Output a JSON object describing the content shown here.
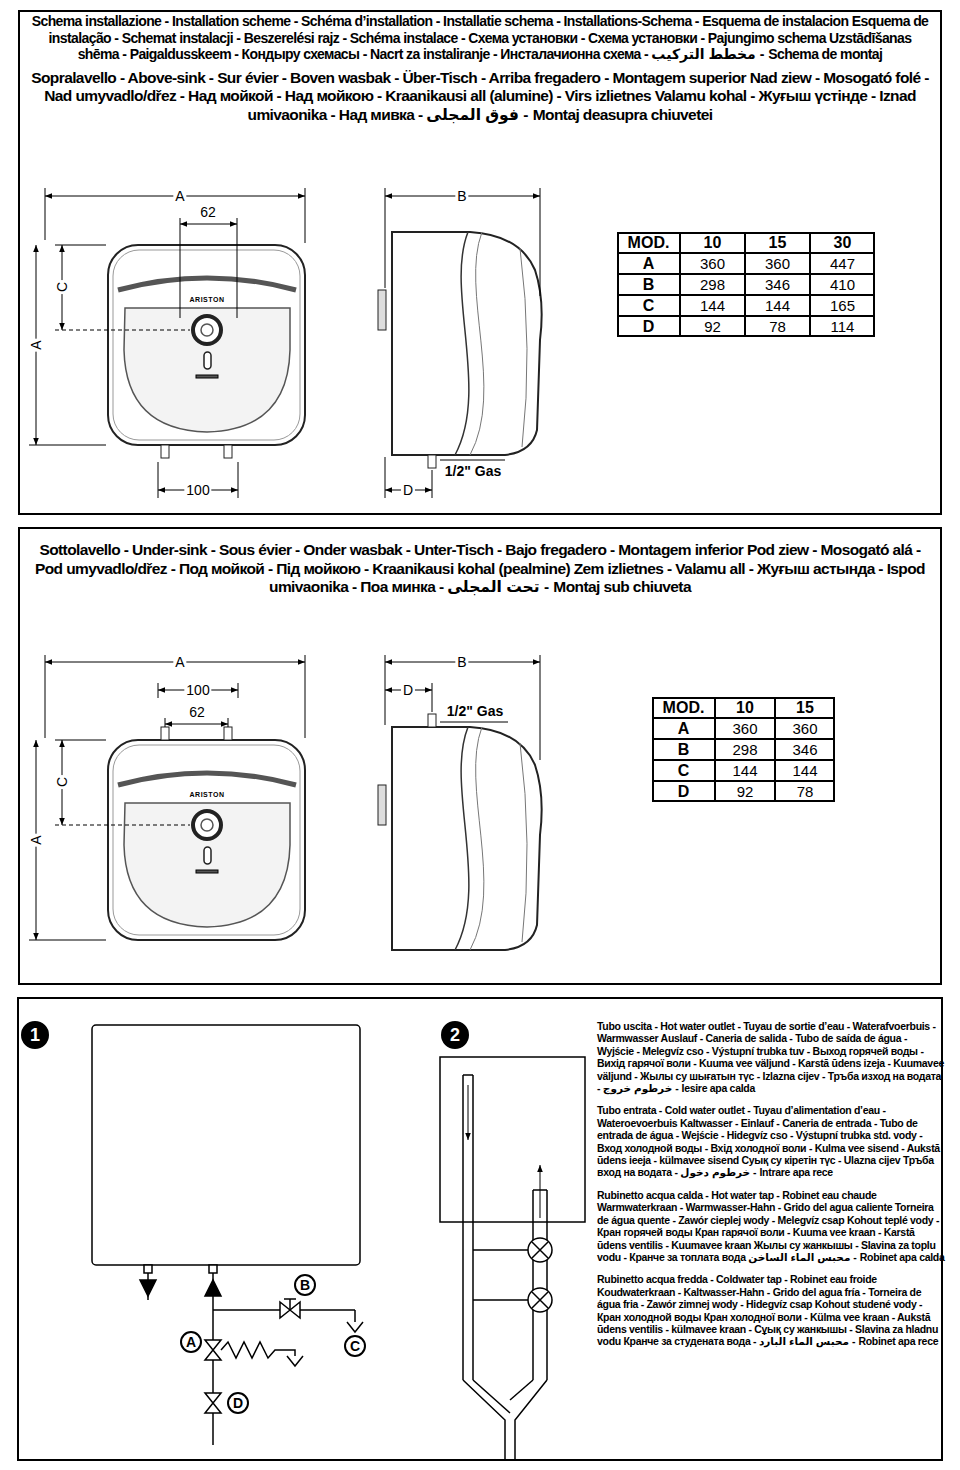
{
  "diagram": {
    "title": "Schema installazione - Installation scheme - Schéma d’installation - Installatie schema - Installations-Schema - Esquema de instalacion Esquema de instalação - Schemat instalacji - Beszerelési rajz - Schéma instalace - Схема установки - Схема установки - Pajungimo schema Uzstādīšanas shēma - Paigaldusskeem - Кондыру схемасы - Nacrt za instaliranje - Инсталачионна схема - مخطط التركيب - Schema de montaj",
    "nodes": [
      {
        "text": [
          "Sopralavello - Above-sink - Sur évier - Boven wasbak - Über-Tisch - Arriba fregadero - Montagem superior Nad ziew - Mosogató folé - Nad umyvadlo/dřez - Над мойкой - Над мойкою - Kraanikausi all (alumine) - Virs izlietnes Valamu kohal - Жуғыш үстінде - Iznad umivaonika - Над мивка - فوق المجلى - Montaj deasupra chiuvetei"
        ]
      },
      {
        "text": [
          "Sottolavello - Under-sink - Sous évier - Onder wasbak - Unter-Tisch - Bajo fregadero - Montagem inferior Pod ziew - Mosogató alá - Pod umyvadlo/dřez - Под мойкой - Під мойкою - Kraanikausi kohal (pealmine) Zem izlietnes - Valamu all - Жуғыш астында - Ispod umivaonika - Поа минка - تحت المجلى - Montaj sub chiuveta"
        ]
      },
      {
        "text": [
          "1"
        ]
      },
      {
        "text": [
          "B"
        ]
      },
      {
        "text": [
          "A"
        ]
      },
      {
        "text": [
          "C"
        ]
      },
      {
        "text": [
          "D"
        ]
      },
      {
        "text": [
          "2"
        ]
      }
    ],
    "labels": [
      "A",
      "62",
      "C",
      "A",
      "B",
      "100",
      "D",
      "1/2\" Gas",
      "ARISTON",
      "MOD.",
      "10",
      "15",
      "30",
      "A",
      "360",
      "360",
      "447",
      "B",
      "298",
      "346",
      "410",
      "C",
      "144",
      "144",
      "165",
      "D",
      "92",
      "78",
      "114",
      "A",
      "100",
      "62",
      "C",
      "A",
      "B",
      "D",
      "1/2\" Gas",
      "ARISTON",
      "MOD.",
      "10",
      "15",
      "A",
      "360",
      "360",
      "B",
      "298",
      "346",
      "C",
      "144",
      "144",
      "D",
      "92",
      "78",
      "Tubo uscita - Hot water outlet - Tuyau de sortie d’eau - Waterafvoerbuis - Warmwasser Auslauf - Caneria de salida - Tubo de saída de água - Wyjście - Melegvíz cso - Výstupní trubka tuv - Выход горячей воды - Вихід гарячої воли - Kuuma vee väljund - Karstā ūdens izeja - Kuumavee väljund - Жылы су шығатын түс - Izlazna cijev - Тръба изход на водата - خرطوم خروج - Iesire apa calda",
      "Tubo entrata - Cold water outlet - Tuyau d’alimentation d’eau - Wateroevoerbuis Kaltwasser - Einlauf - Caneria de entrada - Tubo de entrada de água - Wejście - Hidegvíz cso - Výstupní trubka std. vody - Вход холодной воды - Вхід холодної воли - Kulma vee sisend - Aukstā ūdens ieeja - külmavee sisend Суық су кіретін түс - Ulazna cijev Тръба вход на водата - خرطوم دخول - Intrare apa rece",
      "Rubinetto acqua calda - Hot water tap - Robinet eau chaude Warmwaterkraan - Warmwasser-Hahn - Grido del agua caliente Torneira de água quente - Zawór cieplej wody - Melegvíz csap Kohout teplé vody - Кран горячей воды Кран гарячої воли - Kuuma vee kraan - Karstā ūdens ventilis - Kuumavee kraan Жылы су жанкышы - Slavina za toplu vodu - Кранче за топлата вода محبس الماء الساخن - Robinet apa calda",
      "Rubinetto acqua fredda - Coldwater tap - Robinet eau froide Koudwaterkraan - Kaltwasser-Hahn - Grido del agua fría - Torneira de água fria - Zawór zimnej wody - Hidegvíz csap Kohout studené vody - Кран холодной воды Кран холодної воли - Külma vee kraan - Aukstā ūdens ventilis - külmavee kraan - Сұық су жанкышы - Slavina za hladnu vodu Кранче за студената вода - محبس الماء البارد - Robinet apa rece"
    ]
  }
}
